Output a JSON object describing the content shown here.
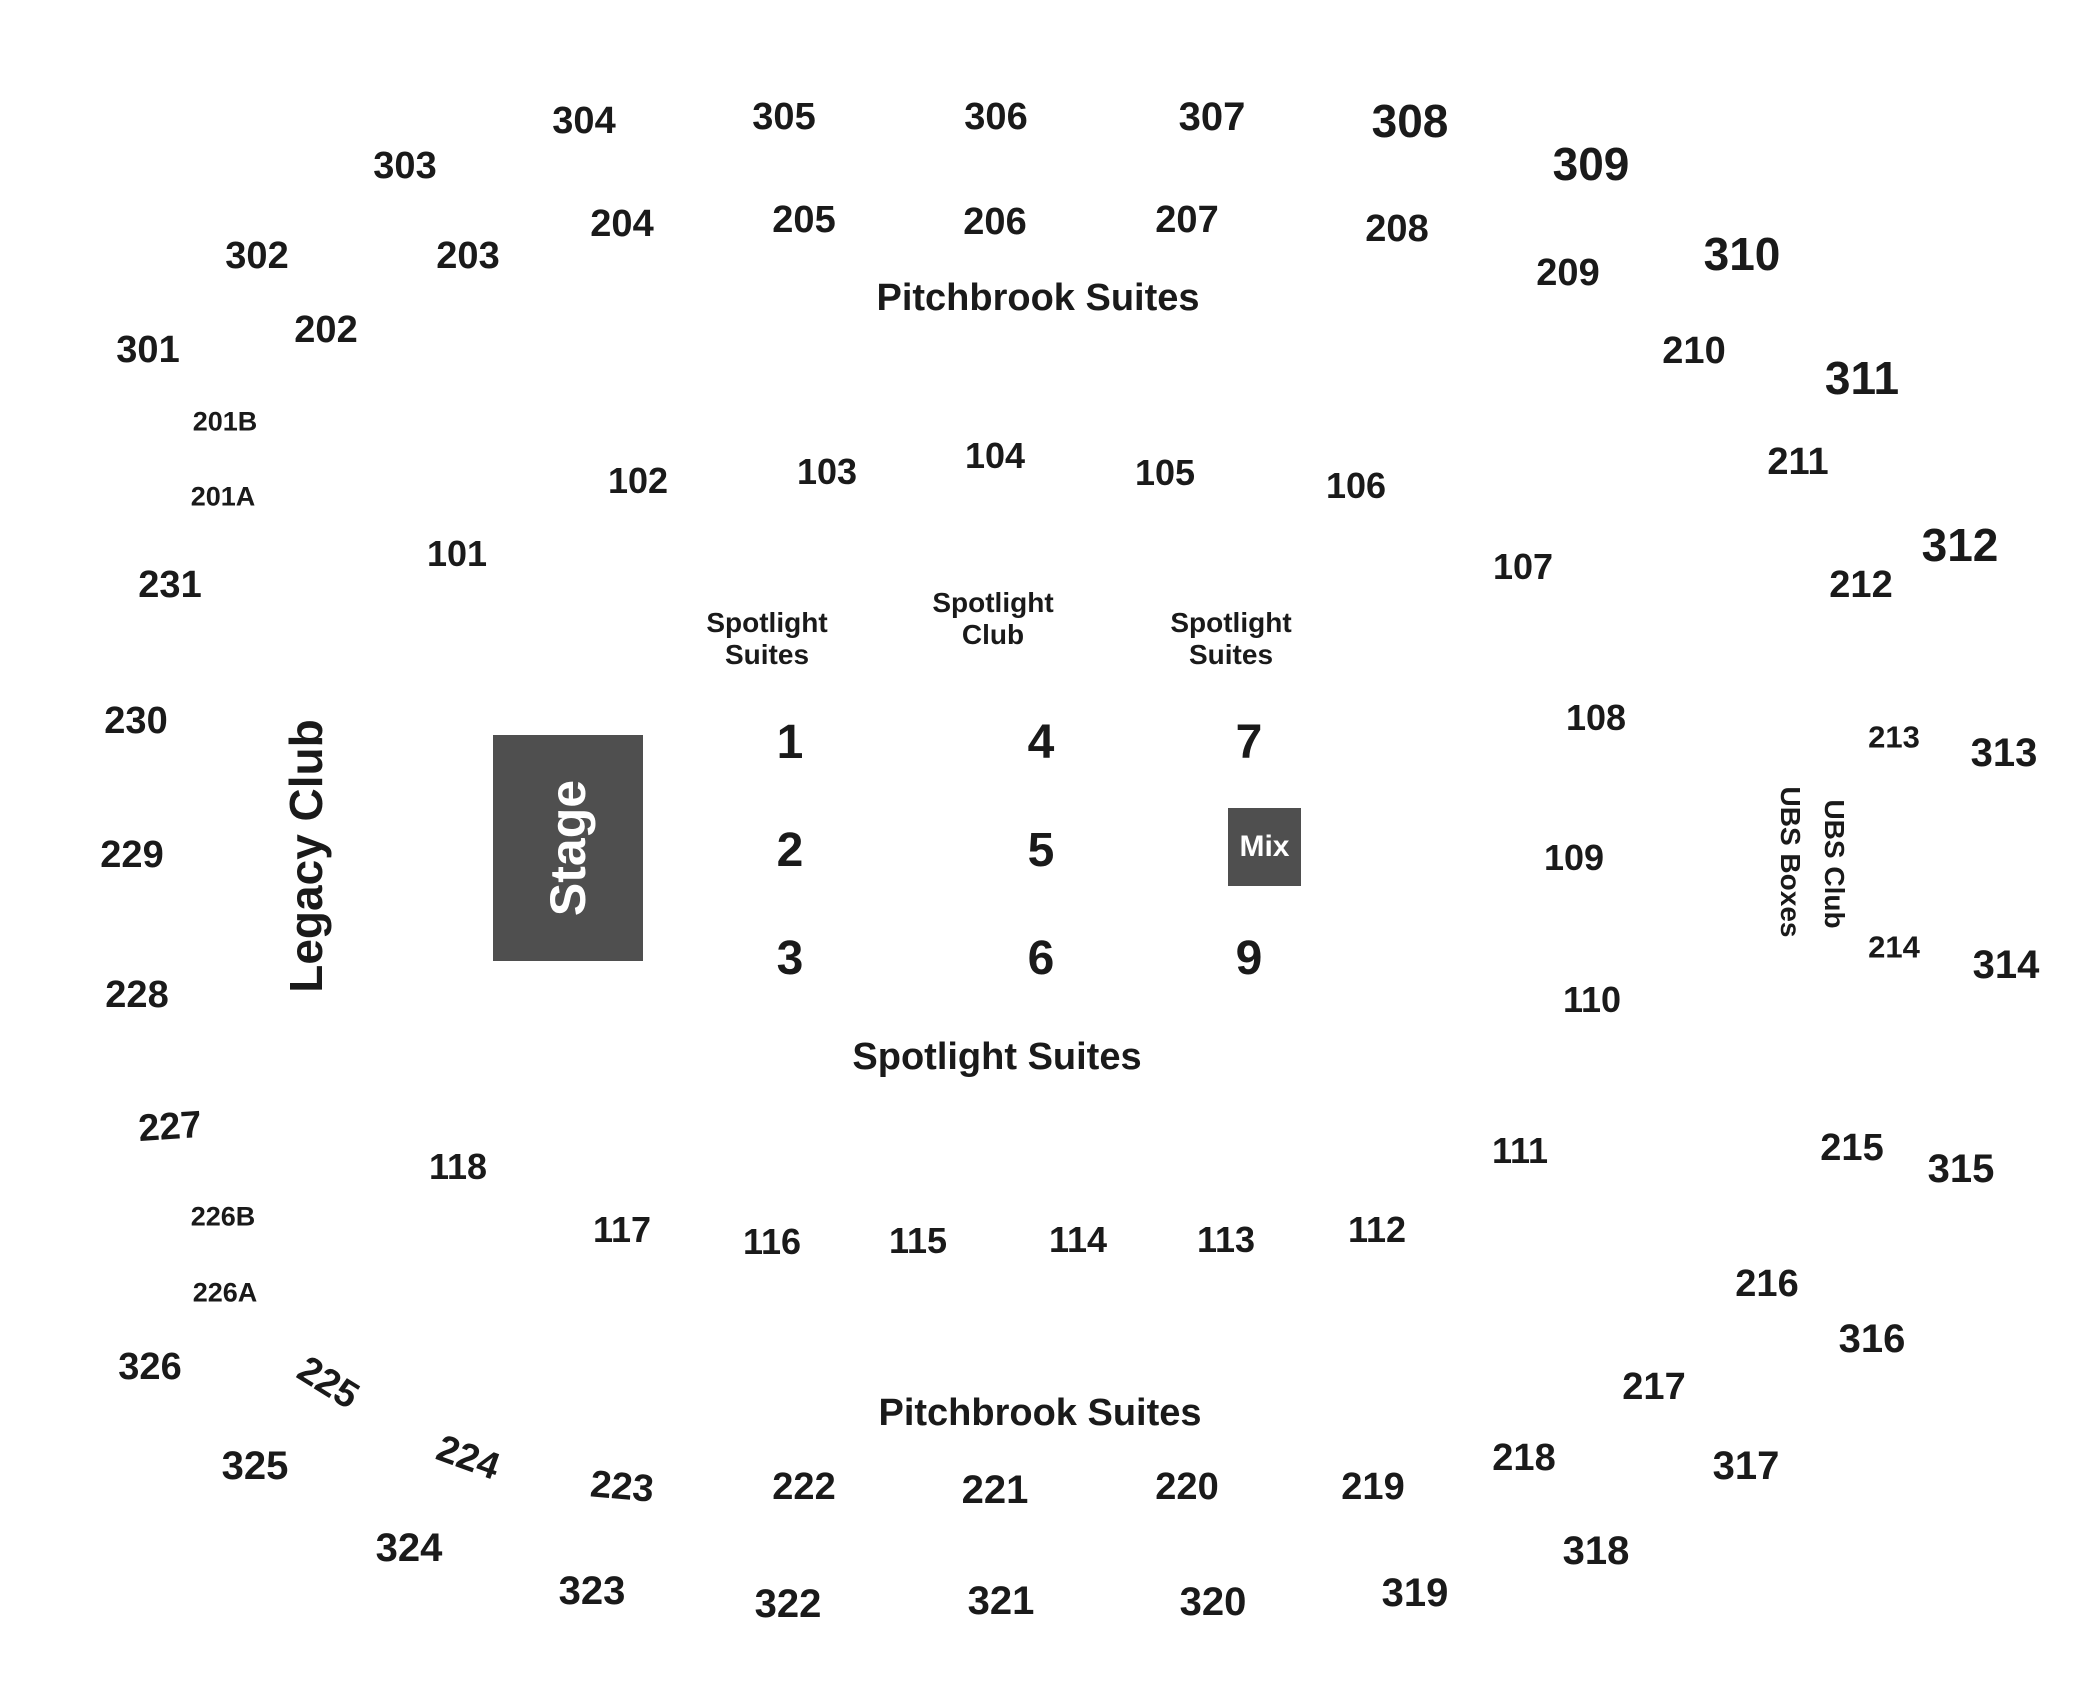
{
  "areas": {
    "pitchbrook_top": "Pitchbrook Suites",
    "pitchbrook_bottom": "Pitchbrook Suites",
    "spotlight_suites_bottom": "Spotlight Suites",
    "spotlight_suites_left": "Spotlight Suites",
    "spotlight_club": "Spotlight Club",
    "spotlight_suites_right": "Spotlight Suites",
    "legacy_club": "Legacy Club",
    "ubs_club": "UBS Club",
    "ubs_boxes": "UBS Boxes",
    "stage": "Stage",
    "mix": "Mix"
  },
  "sections_300": [
    "301",
    "302",
    "303",
    "304",
    "305",
    "306",
    "307",
    "308",
    "309",
    "310",
    "311",
    "312",
    "313",
    "314",
    "315",
    "316",
    "317",
    "318",
    "319",
    "320",
    "321",
    "322",
    "323",
    "324",
    "325",
    "326"
  ],
  "sections_200": [
    "201B",
    "201A",
    "202",
    "203",
    "204",
    "205",
    "206",
    "207",
    "208",
    "209",
    "210",
    "211",
    "212",
    "213",
    "214",
    "215",
    "216",
    "217",
    "218",
    "219",
    "220",
    "221",
    "222",
    "223",
    "224",
    "225",
    "226A",
    "226B",
    "227",
    "228",
    "229",
    "230",
    "231"
  ],
  "sections_100": [
    "101",
    "102",
    "103",
    "104",
    "105",
    "106",
    "107",
    "108",
    "109",
    "110",
    "111",
    "112",
    "113",
    "114",
    "115",
    "116",
    "117",
    "118"
  ],
  "floor_sections": [
    "1",
    "2",
    "3",
    "4",
    "5",
    "6",
    "7",
    "9"
  ],
  "colors": {
    "stage_fill": "#4f4f4f",
    "text": "#1a1a1a",
    "background": "#ffffff"
  }
}
